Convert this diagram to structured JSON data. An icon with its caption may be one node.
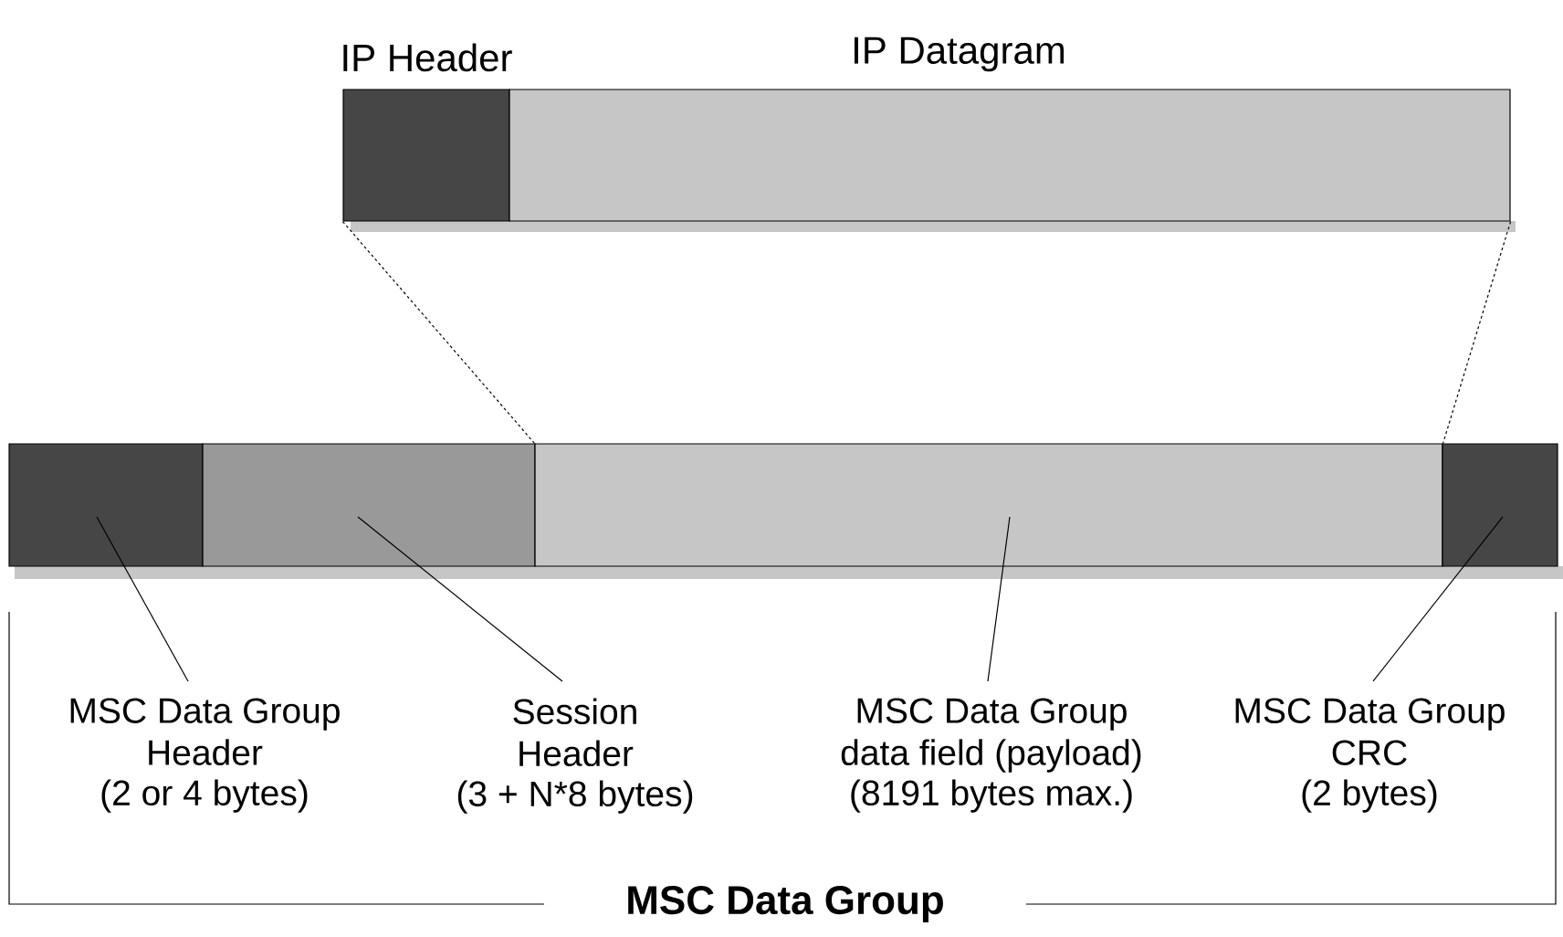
{
  "diagram": {
    "nodes": [
      {
        "text": [
          "IP Header"
        ]
      },
      {
        "text": [
          "IP Datagram"
        ]
      },
      {
        "text": [],
        "shape": "box"
      },
      {
        "text": [],
        "shape": "box"
      },
      {
        "text": [],
        "shape": "box"
      },
      {
        "text": [],
        "shape": "box"
      },
      {
        "text": [
          "MSC Data Group Header",
          "(2 or 4 bytes)"
        ]
      },
      {
        "text": [
          "Session Header",
          "(3 + N*8 bytes)"
        ]
      },
      {
        "text": [
          "MSC Data Group data field (payload)",
          "(8191 bytes max.)"
        ]
      },
      {
        "text": [
          "MSC Data Group CRC",
          "(2 bytes)"
        ]
      }
    ],
    "edges": [
      {
        "from": 0,
        "to": 4,
        "arrow": "none",
        "style": "dashed"
      },
      {
        "from": 1,
        "to": 4,
        "arrow": "none",
        "style": "dashed"
      },
      {
        "from": 6,
        "to": 2,
        "arrow": "none"
      },
      {
        "from": 7,
        "to": 3,
        "arrow": "none"
      },
      {
        "from": 8,
        "to": 4,
        "arrow": "none"
      },
      {
        "from": 9,
        "to": 5,
        "arrow": "none"
      }
    ],
    "labels": [
      "MSC Data Group"
    ]
  }
}
